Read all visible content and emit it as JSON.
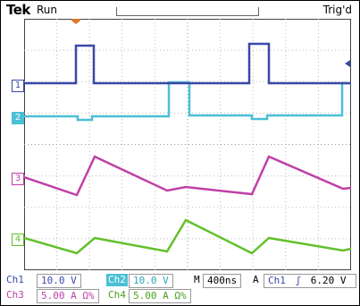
{
  "header": {
    "brand": "Tek",
    "run_state": "Run",
    "trigger_state": "Trig'd",
    "trigger_marker": "T"
  },
  "channels": [
    {
      "id": "ch1",
      "marker": "1",
      "color": "#3a48a8"
    },
    {
      "id": "ch2",
      "marker": "2",
      "color": "#4bbfd6"
    },
    {
      "id": "ch3",
      "marker": "3",
      "color": "#c03fa6"
    },
    {
      "id": "ch4",
      "marker": "4",
      "color": "#63c02c"
    }
  ],
  "status": {
    "ch1_label": "Ch1",
    "ch1_scale": "10.0 V",
    "ch2_label": "Ch2",
    "ch2_scale": "10.0 V",
    "ch3_label": "Ch3",
    "ch3_scale": "5.00 A Ω%",
    "ch4_label": "Ch4",
    "ch4_scale": "5.00 A Ω%",
    "timebase_prefix": "M",
    "timebase": "400ns",
    "trigger_mode": "A",
    "trigger_source": "Ch1",
    "trigger_slope": "ʃ",
    "trigger_level": "6.20 V"
  }
}
